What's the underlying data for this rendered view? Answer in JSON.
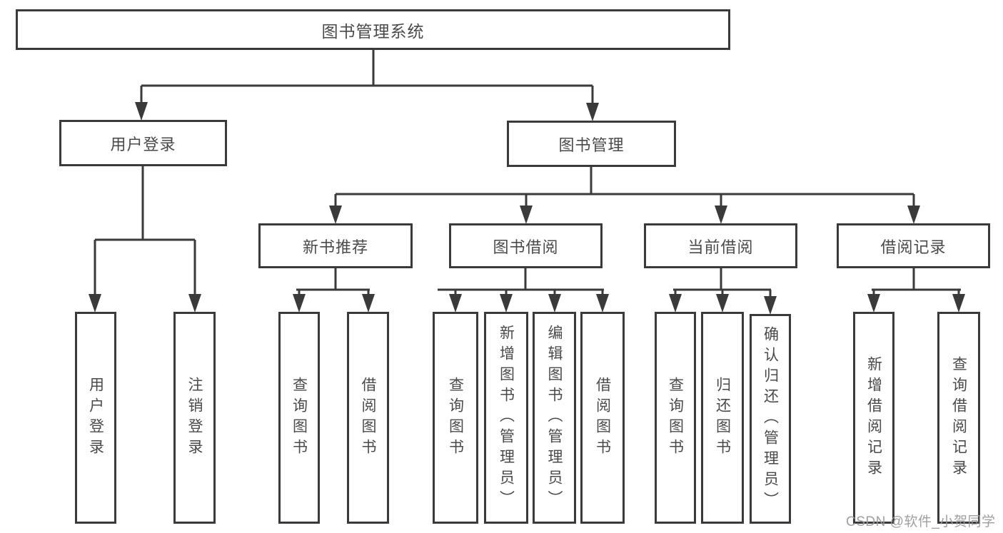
{
  "diagram": {
    "root": {
      "label": "图书管理系统",
      "children": [
        {
          "label": "用户登录",
          "children": [
            {
              "label": "用户登录"
            },
            {
              "label": "注销登录"
            }
          ]
        },
        {
          "label": "图书管理",
          "children": [
            {
              "label": "新书推荐",
              "children": [
                {
                  "label": "查询图书"
                },
                {
                  "label": "借阅图书"
                }
              ]
            },
            {
              "label": "图书借阅",
              "children": [
                {
                  "label": "查询图书"
                },
                {
                  "label": "新增图书（管理员）"
                },
                {
                  "label": "编辑图书（管理员）"
                },
                {
                  "label": "借阅图书"
                }
              ]
            },
            {
              "label": "当前借阅",
              "children": [
                {
                  "label": "查询图书"
                },
                {
                  "label": "归还图书"
                },
                {
                  "label": "确认归还（管理员）"
                }
              ]
            },
            {
              "label": "借阅记录",
              "children": [
                {
                  "label": "新增借阅记录"
                },
                {
                  "label": "查询借阅记录"
                }
              ]
            }
          ]
        }
      ]
    }
  },
  "watermark": {
    "text": "CSDN @软件_小贺同学"
  },
  "colors": {
    "line": "#3a3a3a",
    "text": "#4a4a4a",
    "watermark": "#9a9a9a",
    "background": "#ffffff"
  }
}
